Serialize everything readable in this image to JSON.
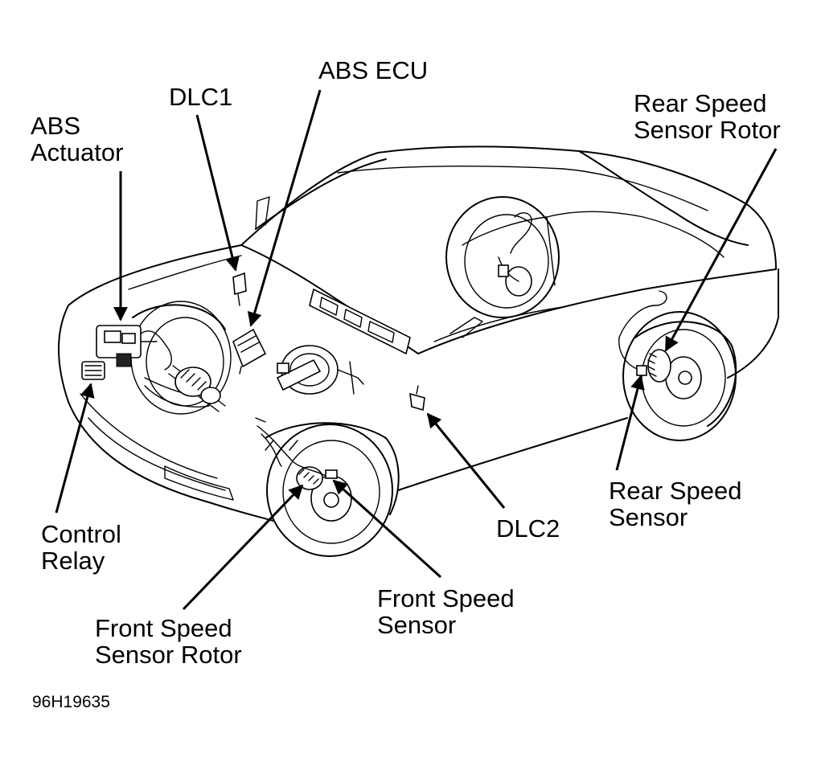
{
  "labels": {
    "abs_ecu": "ABS ECU",
    "dlc1": "DLC1",
    "abs_actuator_line1": "ABS",
    "abs_actuator_line2": "Actuator",
    "rear_rotor_line1": "Rear Speed",
    "rear_rotor_line2": "Sensor Rotor",
    "control_relay_line1": "Control",
    "control_relay_line2": "Relay",
    "rear_sensor_line1": "Rear Speed",
    "rear_sensor_line2": "Sensor",
    "dlc2": "DLC2",
    "front_sensor_line1": "Front Speed",
    "front_sensor_line2": "Sensor",
    "front_rotor_line1": "Front Speed",
    "front_rotor_line2": "Sensor Rotor"
  },
  "figure_code": "96H19635"
}
